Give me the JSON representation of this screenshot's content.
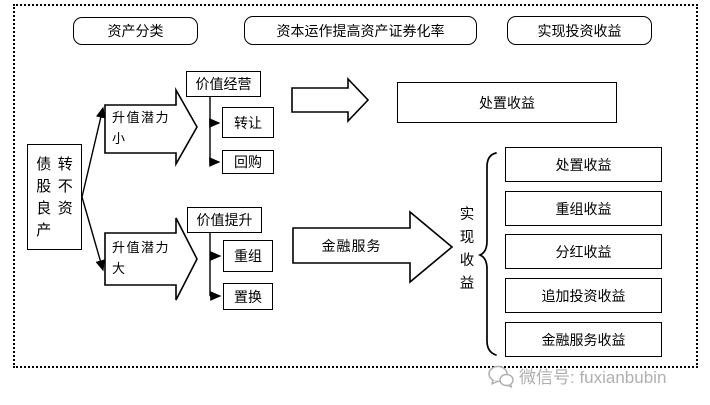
{
  "colors": {
    "line": "#000000",
    "box_fill": "#ffffff",
    "watermark": "#afafaf",
    "background": "#ffffff"
  },
  "header": {
    "stage1": "资产分类",
    "stage2": "资本运作提高资产证券化率",
    "stage3": "实现投资收益"
  },
  "source": {
    "chars": [
      "债",
      "转",
      "股",
      "不",
      "良",
      "资",
      "产"
    ]
  },
  "branch_small": "升值潜力小",
  "branch_large": "升值潜力大",
  "value_operation": {
    "title": "价值经营",
    "items": [
      "转让",
      "回购"
    ]
  },
  "value_enhancement": {
    "title": "价值提升",
    "items": [
      "重组",
      "置换"
    ]
  },
  "disposal_income": "处置收益",
  "financial_services": "金融服务",
  "realized_income": "实现收益",
  "income_list": [
    "处置收益",
    "重组收益",
    "分红收益",
    "追加投资收益",
    "金融服务收益"
  ],
  "watermark": {
    "icon": "wechat-icon",
    "text": "微信号: fuxianbubin"
  }
}
